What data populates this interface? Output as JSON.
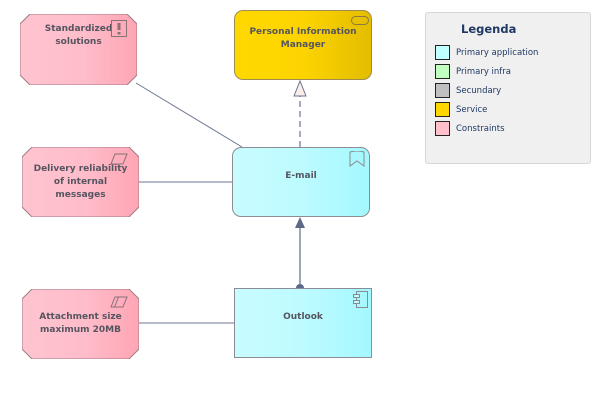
{
  "diagram": {
    "nodes": {
      "standardized_solutions": {
        "label": "Standardized solutions",
        "type": "constraint",
        "icon": "exclamation-icon"
      },
      "delivery_reliability": {
        "label": "Delivery reliability of internal messages",
        "type": "constraint",
        "icon": "parallelogram-icon"
      },
      "attachment_size": {
        "label": "Attachment size maximum 20MB",
        "type": "constraint",
        "icon": "double-parallelogram-icon"
      },
      "pim": {
        "label": "Personal Information Manager",
        "type": "service",
        "icon": "service-pill-icon"
      },
      "email": {
        "label": "E-mail",
        "type": "primary-application",
        "icon": "bookmark-icon"
      },
      "outlook": {
        "label": "Outlook",
        "type": "primary-application",
        "icon": "component-icon"
      }
    },
    "edges": [
      {
        "from": "standardized_solutions",
        "to": "email",
        "style": "association"
      },
      {
        "from": "delivery_reliability",
        "to": "email",
        "style": "association"
      },
      {
        "from": "attachment_size",
        "to": "outlook",
        "style": "association"
      },
      {
        "from": "email",
        "to": "pim",
        "style": "realization"
      },
      {
        "from": "outlook",
        "to": "email",
        "style": "serving"
      }
    ]
  },
  "legend": {
    "title": "Legenda",
    "items": [
      {
        "label": "Primary application",
        "color": "#c0ffff"
      },
      {
        "label": "Primary infra",
        "color": "#c0ffc0"
      },
      {
        "label": "Secundary",
        "color": "#c0c0c0"
      },
      {
        "label": "Service",
        "color": "#ffd700"
      },
      {
        "label": "Constraints",
        "color": "#ffc0cb"
      }
    ]
  },
  "colors": {
    "constraint_fill": "#ffbccb",
    "constraint_border": "#a07c84",
    "service_fill": "#ffd800",
    "application_fill": "#bdfbff",
    "edge": "#6b7590"
  }
}
